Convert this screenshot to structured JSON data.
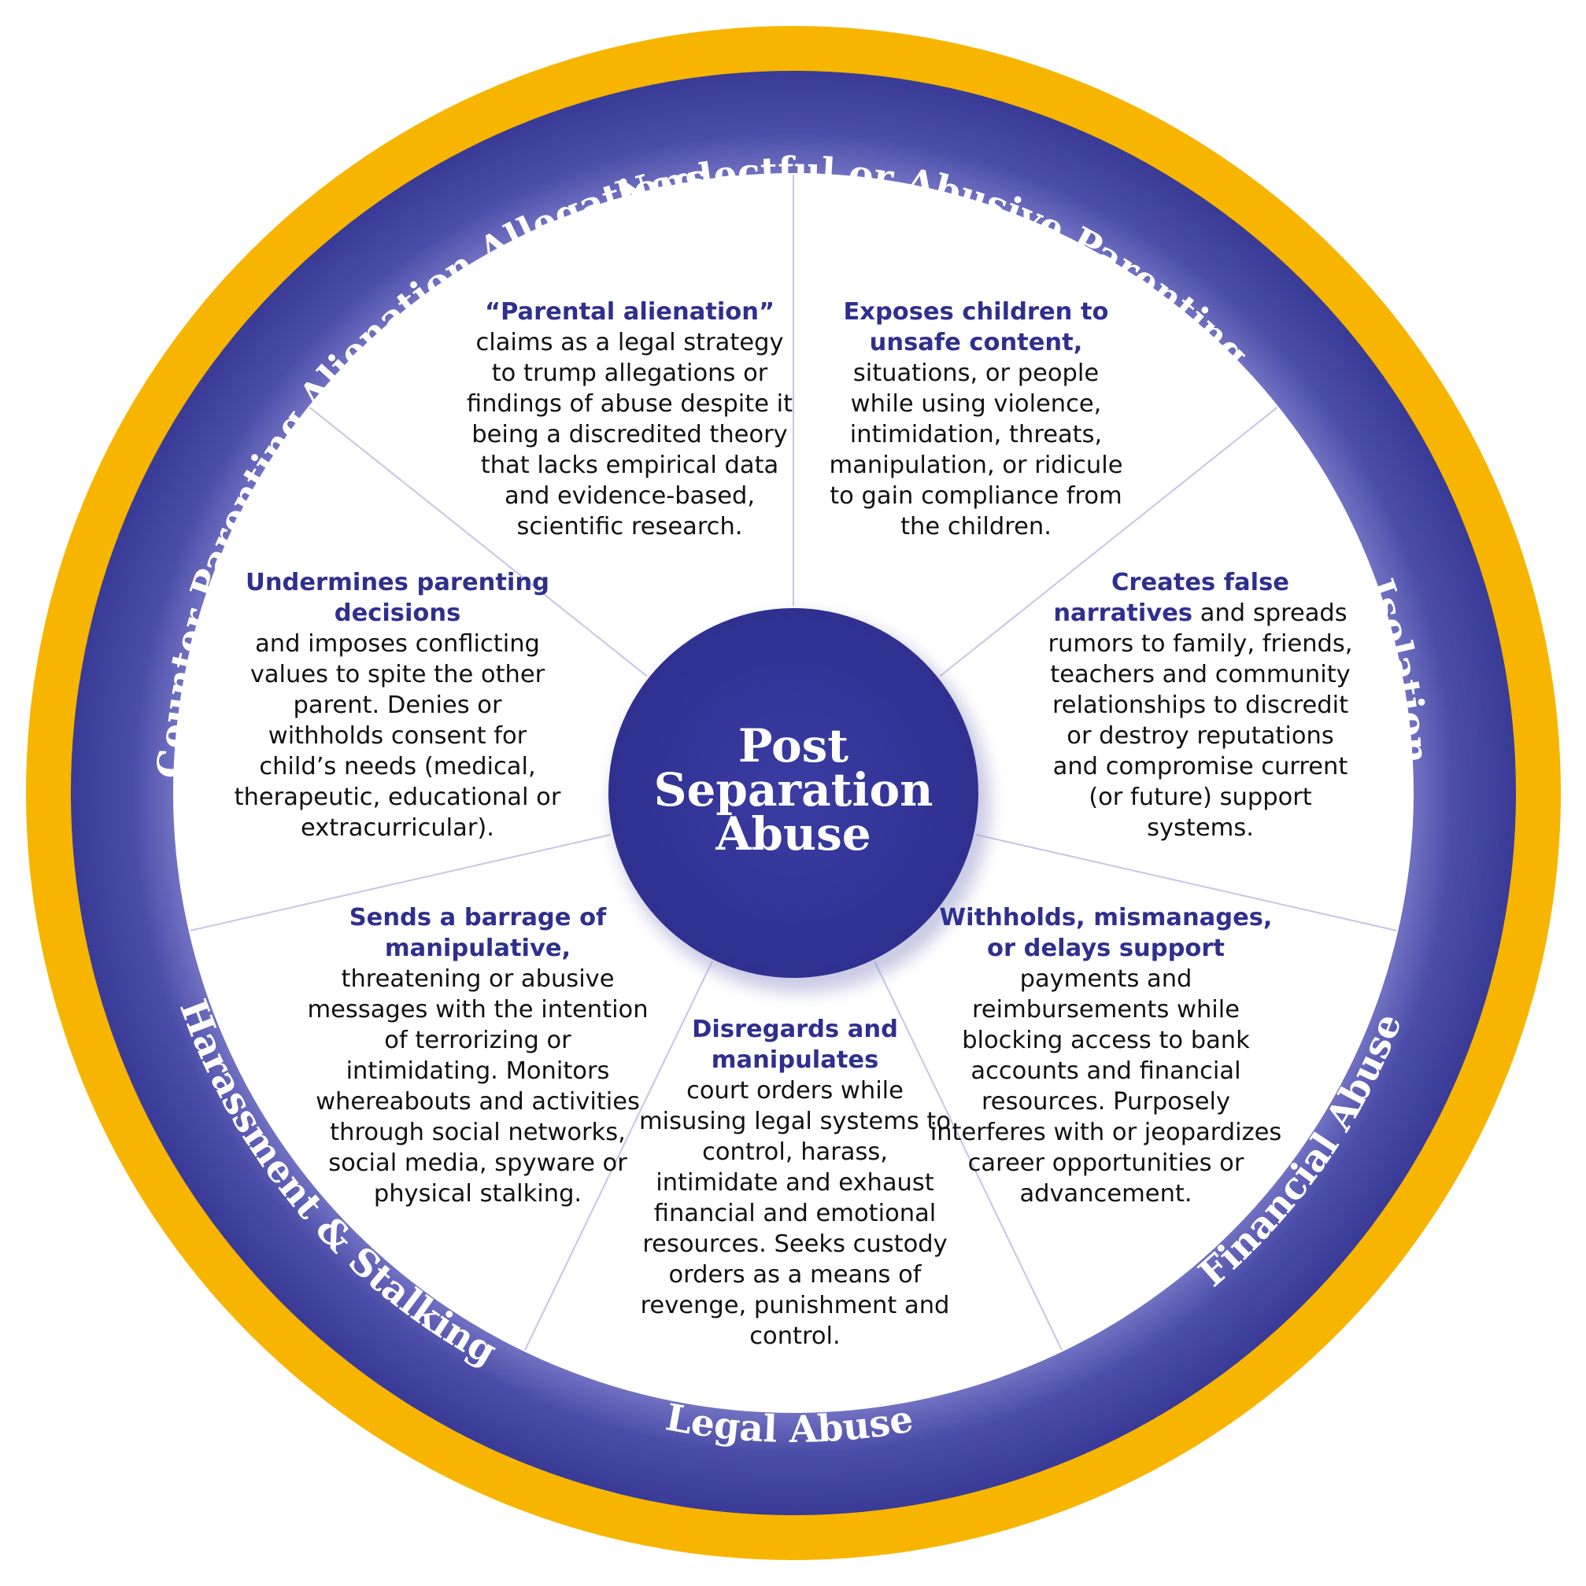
{
  "center": {
    "lines": [
      "Post",
      "Separation",
      "Abuse"
    ]
  },
  "categories": [
    "Neglectful or Abusive Parenting",
    "Isolation",
    "Financial Abuse",
    "Legal Abuse",
    "Harassment & Stalking",
    "Counter Parenting",
    "Alienation Allegations"
  ],
  "segments": {
    "alienation": {
      "highlight": "“Parental alienation”",
      "body": "claims as a legal strategy to trump allegations or findings of abuse despite it being a discredited theory that lacks empirical data and evidence-based, scientific research."
    },
    "neglectful": {
      "highlight": "Exposes children to unsafe content,",
      "body": "situations, or people while using violence, intimidation, threats, manipulation, or ridicule to gain compliance from the children."
    },
    "isolation": {
      "highlight": "Creates false narratives",
      "body": "and spreads rumors to family, friends, teachers and community relationships to discredit or destroy reputations and compromise current (or future) support systems."
    },
    "financial": {
      "highlight": "Withholds, mismanages, or delays support",
      "body": "payments and reimbursements while blocking access to bank accounts and financial resources. Purposely interferes with or jeopardizes career opportunities or advancement."
    },
    "legal": {
      "highlight": "Disregards and manipulates",
      "body": "court orders while misusing legal systems to control, harass, intimidate and exhaust financial and emotional resources. Seeks custody orders as a means of revenge, punishment and control."
    },
    "harassment": {
      "highlight": "Sends a barrage of manipulative,",
      "body": "threatening or abusive messages with the intention of terrorizing or intimidating. Monitors whereabouts and activities through social networks, social media, spyware or physical stalking."
    },
    "counter": {
      "highlight": "Undermines parenting decisions",
      "body": "and imposes conflicting values to spite the other parent. Denies or withholds consent for child’s needs (medical, therapeutic, educational or extracurricular)."
    }
  },
  "colors": {
    "outer_ring": "#f7b500",
    "band": "#3e3f9c",
    "band_inner": "#6f70c2",
    "divider": "#c5c6e4",
    "center": "#35369a",
    "highlight_text": "#2f2f8f"
  }
}
